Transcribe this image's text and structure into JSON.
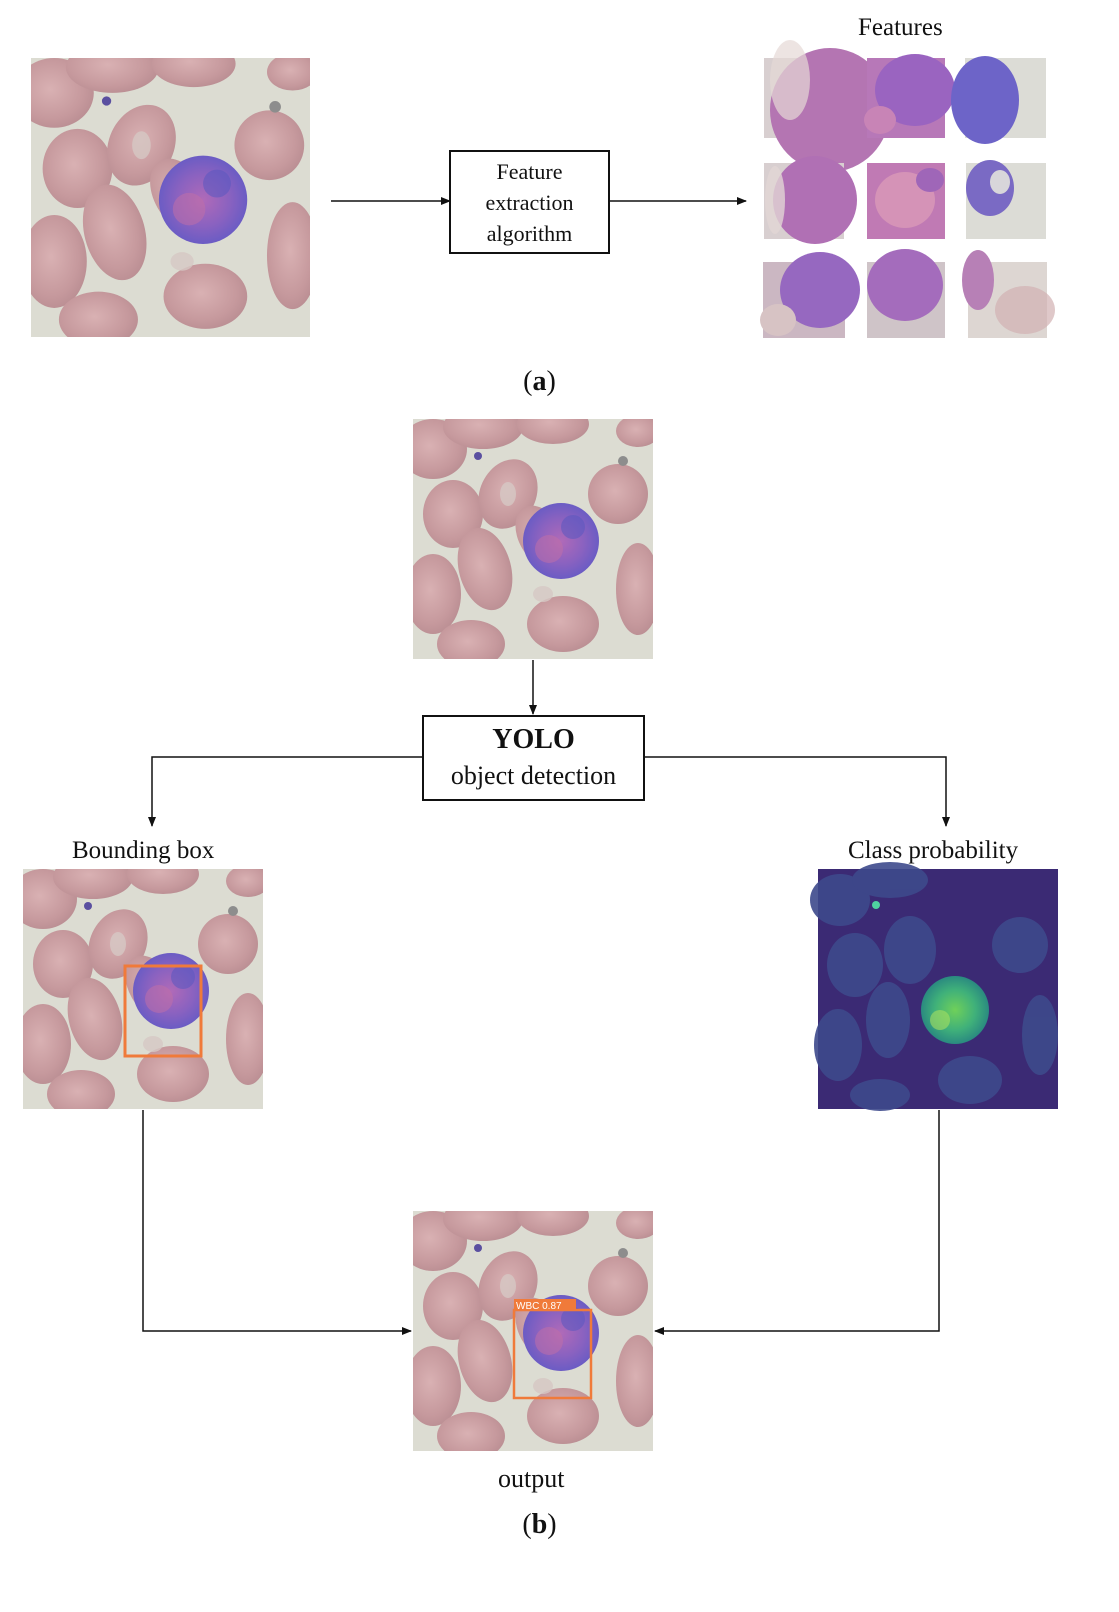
{
  "panel_a": {
    "label_open": "(",
    "label_letter": "a",
    "label_close": ")",
    "features_title": "Features",
    "algorithm_box": {
      "line1": "Feature",
      "line2": "extraction",
      "line3": "algorithm"
    }
  },
  "panel_b": {
    "label_open": "(",
    "label_letter": "b",
    "label_close": ")",
    "yolo_box": {
      "title": "YOLO",
      "subtitle": "object detection"
    },
    "bounding_box_title": "Bounding box",
    "class_probability_title": "Class probability",
    "output_title": "output",
    "detection_label": "WBC  0.87"
  },
  "colors": {
    "background": "#ffffff",
    "slide_background": "#dcdcd2",
    "red_blood_cell": "#c89a9e",
    "white_blood_cell": "#8a62b8",
    "detection_box": "#f07a3a",
    "heatmap_background": "#3b2a74",
    "heatmap_highlight": "#7ad46a",
    "line": "#111111"
  }
}
